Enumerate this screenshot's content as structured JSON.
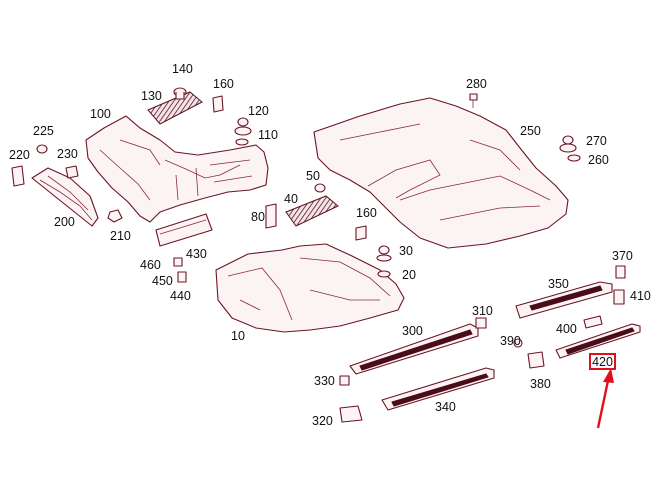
{
  "diagram": {
    "part_labels": [
      {
        "id": "p140",
        "text": "140"
      },
      {
        "id": "p160a",
        "text": "160"
      },
      {
        "id": "p130",
        "text": "130"
      },
      {
        "id": "p100",
        "text": "100"
      },
      {
        "id": "p120",
        "text": "120"
      },
      {
        "id": "p110",
        "text": "110"
      },
      {
        "id": "p225",
        "text": "225"
      },
      {
        "id": "p220",
        "text": "220"
      },
      {
        "id": "p230",
        "text": "230"
      },
      {
        "id": "p200",
        "text": "200"
      },
      {
        "id": "p210",
        "text": "210"
      },
      {
        "id": "p280",
        "text": "280"
      },
      {
        "id": "p250",
        "text": "250"
      },
      {
        "id": "p270",
        "text": "270"
      },
      {
        "id": "p260",
        "text": "260"
      },
      {
        "id": "p50",
        "text": "50"
      },
      {
        "id": "p40",
        "text": "40"
      },
      {
        "id": "p80",
        "text": "80"
      },
      {
        "id": "p160b",
        "text": "160"
      },
      {
        "id": "p30",
        "text": "30"
      },
      {
        "id": "p20",
        "text": "20"
      },
      {
        "id": "p460",
        "text": "460"
      },
      {
        "id": "p430",
        "text": "430"
      },
      {
        "id": "p450",
        "text": "450"
      },
      {
        "id": "p440",
        "text": "440"
      },
      {
        "id": "p10",
        "text": "10"
      },
      {
        "id": "p370",
        "text": "370"
      },
      {
        "id": "p350",
        "text": "350"
      },
      {
        "id": "p410",
        "text": "410"
      },
      {
        "id": "p310",
        "text": "310"
      },
      {
        "id": "p300",
        "text": "300"
      },
      {
        "id": "p400",
        "text": "400"
      },
      {
        "id": "p390",
        "text": "390"
      },
      {
        "id": "p380",
        "text": "380"
      },
      {
        "id": "p330",
        "text": "330"
      },
      {
        "id": "p340",
        "text": "340"
      },
      {
        "id": "p320",
        "text": "320"
      }
    ],
    "highlighted_label": "420",
    "colors": {
      "line_art": "#6b1526",
      "fill": "#fbf3f4",
      "highlight": "#e0101a",
      "text": "#111111"
    }
  }
}
